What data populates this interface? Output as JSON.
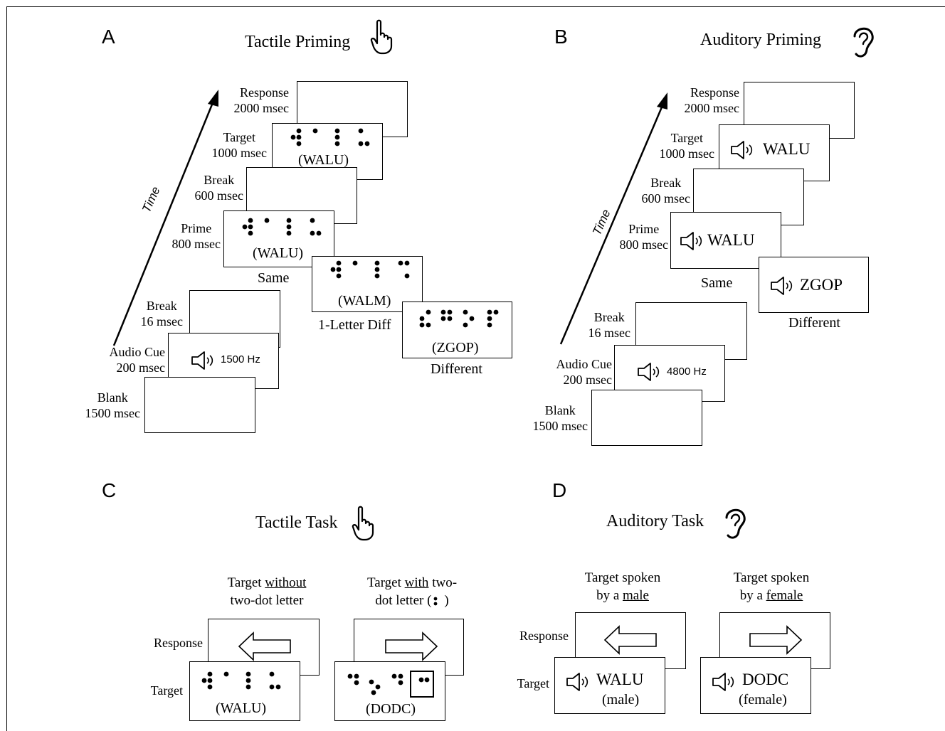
{
  "panel_a": {
    "letter": "A",
    "title": "Tactile Priming",
    "icon": "pointing-hand-icon",
    "axis_label": "Time",
    "events": [
      {
        "name": "Response",
        "duration": "2000 msec"
      },
      {
        "name": "Target",
        "duration": "1000 msec",
        "text": "(WALU)"
      },
      {
        "name": "Break",
        "duration": "600 msec"
      },
      {
        "name": "Prime",
        "duration": "800 msec",
        "text": "(WALU)"
      },
      {
        "name": "Break",
        "duration": "16 msec"
      },
      {
        "name": "Audio Cue",
        "duration": "200 msec",
        "tone": "1500 Hz"
      },
      {
        "name": "Blank",
        "duration": "1500 msec"
      }
    ],
    "conditions": [
      {
        "label": "Same",
        "text": "(WALU)"
      },
      {
        "label": "1-Letter Diff",
        "text": "(WALM)"
      },
      {
        "label": "Different",
        "text": "(ZGOP)"
      }
    ]
  },
  "panel_b": {
    "letter": "B",
    "title": "Auditory Priming",
    "icon": "ear-icon",
    "axis_label": "Time",
    "events": [
      {
        "name": "Response",
        "duration": "2000 msec"
      },
      {
        "name": "Target",
        "duration": "1000 msec",
        "text": "WALU"
      },
      {
        "name": "Break",
        "duration": "600 msec"
      },
      {
        "name": "Prime",
        "duration": "800 msec",
        "text": "WALU"
      },
      {
        "name": "Break",
        "duration": "16 msec"
      },
      {
        "name": "Audio Cue",
        "duration": "200 msec",
        "tone": "4800 Hz"
      },
      {
        "name": "Blank",
        "duration": "1500 msec"
      }
    ],
    "conditions": [
      {
        "label": "Same",
        "text": "WALU"
      },
      {
        "label": "Different",
        "text": "ZGOP"
      }
    ]
  },
  "panel_c": {
    "letter": "C",
    "title": "Tactile Task",
    "icon": "pointing-hand-icon",
    "row_labels": {
      "response": "Response",
      "target": "Target"
    },
    "left": {
      "header_pre": "Target ",
      "header_u": "without",
      "header_line2": "two-dot letter",
      "text": "(WALU)",
      "arrow": "left-arrow-icon"
    },
    "right": {
      "header_pre": "Target ",
      "header_u": "with",
      "header_post": " two-",
      "header_line2_pre": "dot letter (",
      "header_line2_post": ")",
      "text": "(DODC)",
      "arrow": "right-arrow-icon"
    }
  },
  "panel_d": {
    "letter": "D",
    "title": "Auditory Task",
    "icon": "ear-icon",
    "row_labels": {
      "response": "Response",
      "target": "Target"
    },
    "left": {
      "header_line1": "Target spoken",
      "header_pre": "by a ",
      "header_u": "male",
      "word": "WALU",
      "speaker": "(male)",
      "arrow": "left-arrow-icon"
    },
    "right": {
      "header_line1": "Target spoken",
      "header_pre": "by a ",
      "header_u": "female",
      "word": "DODC",
      "speaker": "(female)",
      "arrow": "right-arrow-icon"
    }
  }
}
